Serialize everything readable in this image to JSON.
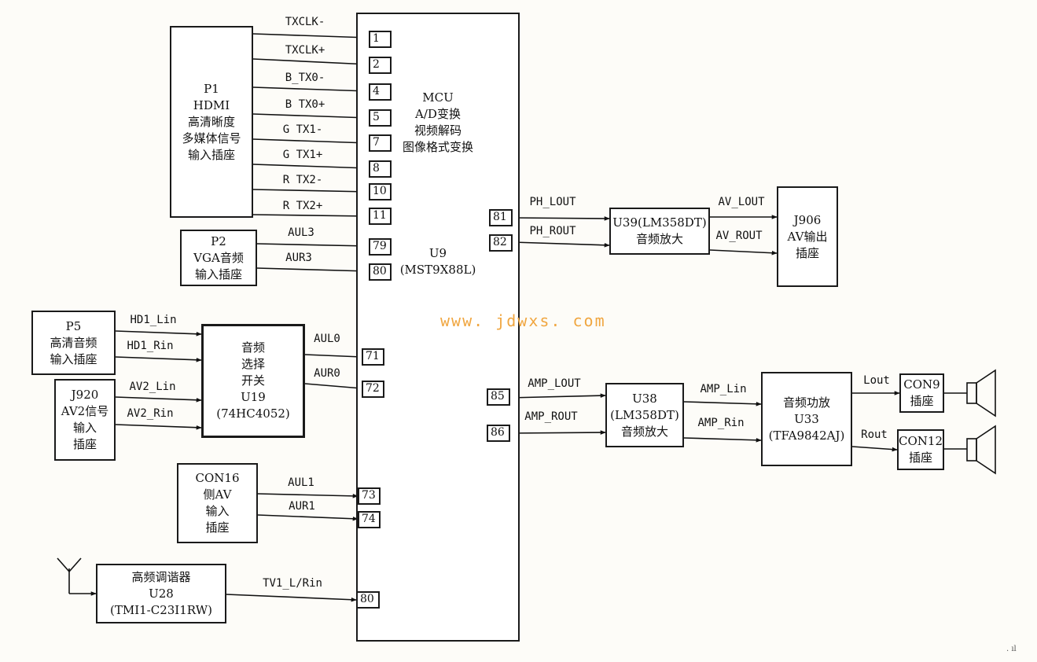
{
  "watermark": "www. jdwxs. com",
  "corner_mark": ". ıl",
  "mcu": {
    "lines": [
      "MCU",
      "A/D变换",
      "视频解码",
      "图像格式变换",
      "U9",
      "(MST9X88L)"
    ]
  },
  "blocks": {
    "p1": [
      "P1",
      "HDMI",
      "高清晰度",
      "多媒体信号",
      "输入插座"
    ],
    "p2": [
      "P2",
      "VGA音频",
      "输入插座"
    ],
    "p5": [
      "P5",
      "高清音频",
      "输入插座"
    ],
    "j920": [
      "J920",
      "AV2信号",
      "输入",
      "插座"
    ],
    "u19": [
      "音频",
      "选择",
      "开关",
      "U19",
      "(74HC4052)"
    ],
    "con16": [
      "CON16",
      "侧AV",
      "输入",
      "插座"
    ],
    "u28": [
      "高频调谐器",
      "U28",
      "(TMI1-C23I1RW)"
    ],
    "u39": [
      "U39(LM358DT)",
      "音频放大"
    ],
    "j906": [
      "J906",
      "AV输出",
      "插座"
    ],
    "u38": [
      "U38",
      "(LM358DT)",
      "音频放大"
    ],
    "u33": [
      "音频功放",
      "U33",
      "(TFA9842AJ)"
    ],
    "con9": [
      "CON9",
      "插座"
    ],
    "con12": [
      "CON12",
      "插座"
    ]
  },
  "pins": {
    "left": [
      "1",
      "2",
      "4",
      "5",
      "7",
      "8",
      "10",
      "11",
      "79",
      "80",
      "71",
      "72",
      "73",
      "74",
      "80"
    ],
    "right": [
      "81",
      "82",
      "85",
      "86"
    ]
  },
  "signals": {
    "hdmi": [
      "TXCLK-",
      "TXCLK+",
      "B_TX0-",
      "B TX0+",
      "G TX1-",
      "G TX1+",
      "R TX2-",
      "R TX2+"
    ],
    "vga": [
      "AUL3",
      "AUR3"
    ],
    "hd1": [
      "HD1_Lin",
      "HD1_Rin"
    ],
    "av2": [
      "AV2_Lin",
      "AV2_Rin"
    ],
    "u19_out": [
      "AUL0",
      "AUR0"
    ],
    "side_av": [
      "AUL1",
      "AUR1"
    ],
    "tuner": "TV1_L/Rin",
    "ph": [
      "PH_LOUT",
      "PH_ROUT"
    ],
    "av_out": [
      "AV_LOUT",
      "AV_ROUT"
    ],
    "amp": [
      "AMP_LOUT",
      "AMP_ROUT"
    ],
    "amp_in": [
      "AMP_Lin",
      "AMP_Rin"
    ],
    "spk": [
      "Lout",
      "Rout"
    ]
  }
}
